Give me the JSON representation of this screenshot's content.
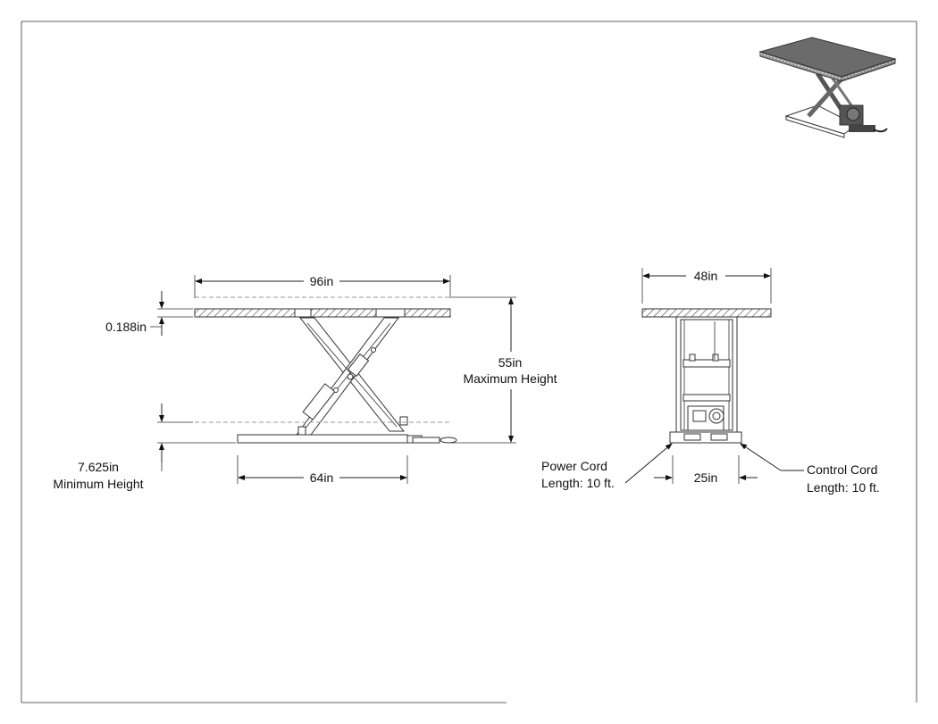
{
  "dimensions": {
    "platform_length": "96in",
    "platform_thickness": "0.188in",
    "max_height_value": "55in",
    "max_height_label": "Maximum Height",
    "min_height_value": "7.625in",
    "min_height_label": "Minimum Height",
    "base_length": "64in",
    "platform_width": "48in",
    "base_width": "25in"
  },
  "callouts": {
    "power_cord_line1": "Power Cord",
    "power_cord_line2": "Length: 10 ft.",
    "control_cord_line1": "Control Cord",
    "control_cord_line2": "Length: 10 ft."
  }
}
